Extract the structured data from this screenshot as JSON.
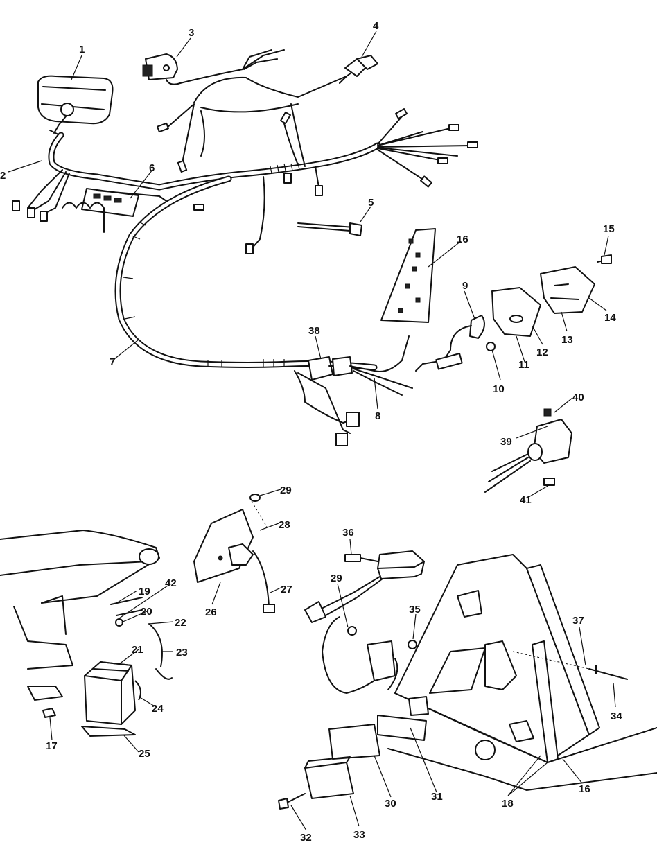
{
  "callouts": [
    {
      "label": "1"
    },
    {
      "label": "2"
    },
    {
      "label": "3"
    },
    {
      "label": "4"
    },
    {
      "label": "5"
    },
    {
      "label": "6"
    },
    {
      "label": "7"
    },
    {
      "label": "8"
    },
    {
      "label": "9"
    },
    {
      "label": "10"
    },
    {
      "label": "11"
    },
    {
      "label": "12"
    },
    {
      "label": "13"
    },
    {
      "label": "14"
    },
    {
      "label": "15"
    },
    {
      "label": "16"
    },
    {
      "label": "38"
    },
    {
      "label": "39"
    },
    {
      "label": "40"
    },
    {
      "label": "41"
    },
    {
      "label": "29"
    },
    {
      "label": "28"
    },
    {
      "label": "27"
    },
    {
      "label": "26"
    },
    {
      "label": "36"
    },
    {
      "label": "29"
    },
    {
      "label": "35"
    },
    {
      "label": "37"
    },
    {
      "label": "34"
    },
    {
      "label": "16"
    },
    {
      "label": "18"
    },
    {
      "label": "31"
    },
    {
      "label": "30"
    },
    {
      "label": "33"
    },
    {
      "label": "32"
    },
    {
      "label": "19"
    },
    {
      "label": "42"
    },
    {
      "label": "20"
    },
    {
      "label": "22"
    },
    {
      "label": "21"
    },
    {
      "label": "23"
    },
    {
      "label": "24"
    },
    {
      "label": "25"
    },
    {
      "label": "17"
    }
  ]
}
